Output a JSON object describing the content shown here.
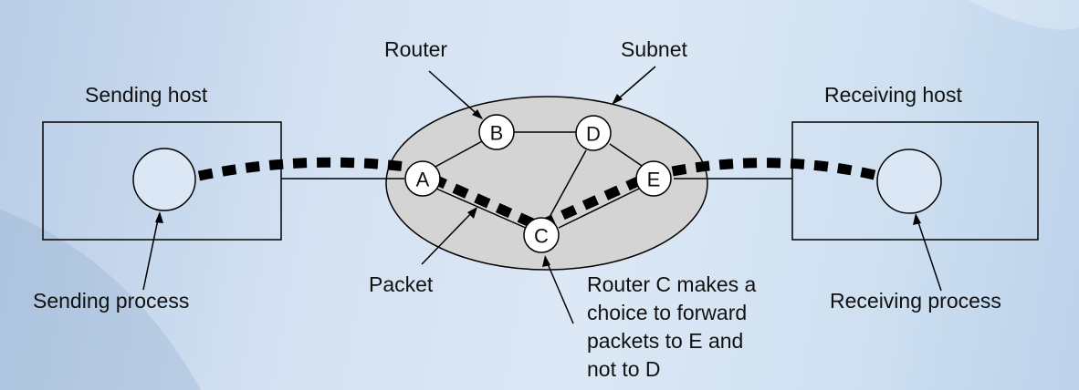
{
  "labels": {
    "router": "Router",
    "subnet": "Subnet",
    "sending_host": "Sending host",
    "receiving_host": "Receiving host",
    "sending_process": "Sending process",
    "receiving_process": "Receiving process",
    "packet": "Packet",
    "router_c_note": [
      "Router C makes a",
      "choice to forward",
      "packets to E and",
      "not to D"
    ]
  },
  "nodes": {
    "a": "A",
    "b": "B",
    "c": "C",
    "d": "D",
    "e": "E"
  },
  "colors": {
    "subnet_fill": "#d4d4d4",
    "packet_path": "#000000",
    "line": "#000000"
  }
}
